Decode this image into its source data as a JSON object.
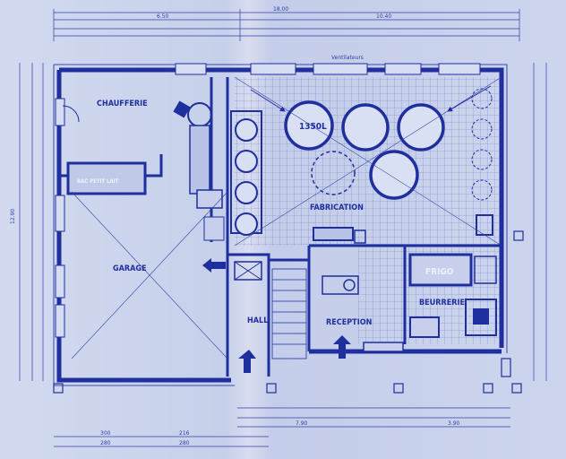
{
  "rooms": {
    "chaufferie": "CHAUFFERIE",
    "bac_petit_lait": "BAC PETIT LAIT",
    "garage": "GARAGE",
    "fabrication": "FABRICATION",
    "frigo": "FRIGO",
    "beurrerie": "BEURRERIE",
    "hall": "HALL",
    "reception": "RECEPTION"
  },
  "annotations": {
    "vat_capacity": "1350L",
    "ventilateurs": "Ventilateurs"
  },
  "dimensions": {
    "top_total": "18.00",
    "top_left": "6.50",
    "top_right": "10.40",
    "left_total": "12.90",
    "bottom_a": "7.90",
    "bottom_b": "3.90",
    "bottom_c": "280",
    "bottom_d": "280",
    "bottom_e": "300",
    "bottom_f": "216"
  },
  "colors": {
    "ink": "#1f2f9e",
    "paper": "#cdd5ee"
  }
}
